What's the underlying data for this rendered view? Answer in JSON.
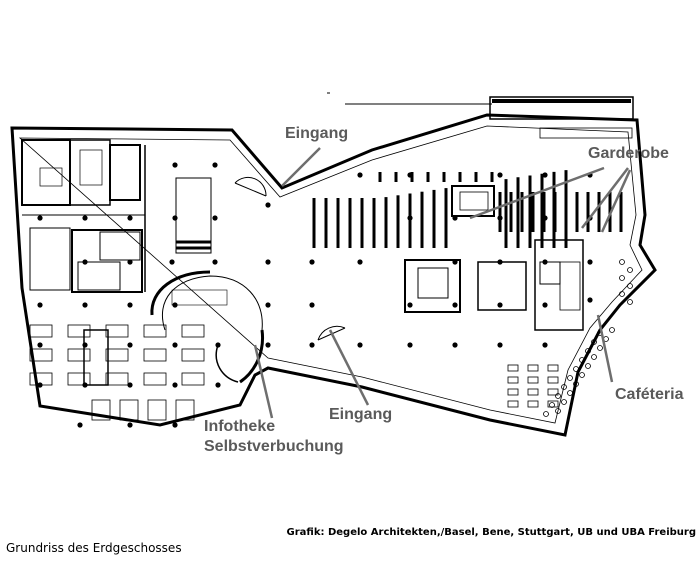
{
  "labels": {
    "entrance_top": "Eingang",
    "wardrobe": "Garderobe",
    "cafeteria": "Caféteria",
    "entrance_bottom": "Eingang",
    "info_desk": "Infotheke",
    "self_checkout": "Selbstverbuchung"
  },
  "credit": "Grafik: Degelo Architekten,/Basel, Bene, Stuttgart, UB und UBA Freiburg",
  "caption": "Grundriss des Erdgeschosses",
  "colors": {
    "plan": "#000000",
    "label": "#5a5a5a",
    "leader": "#6e6e6e"
  }
}
